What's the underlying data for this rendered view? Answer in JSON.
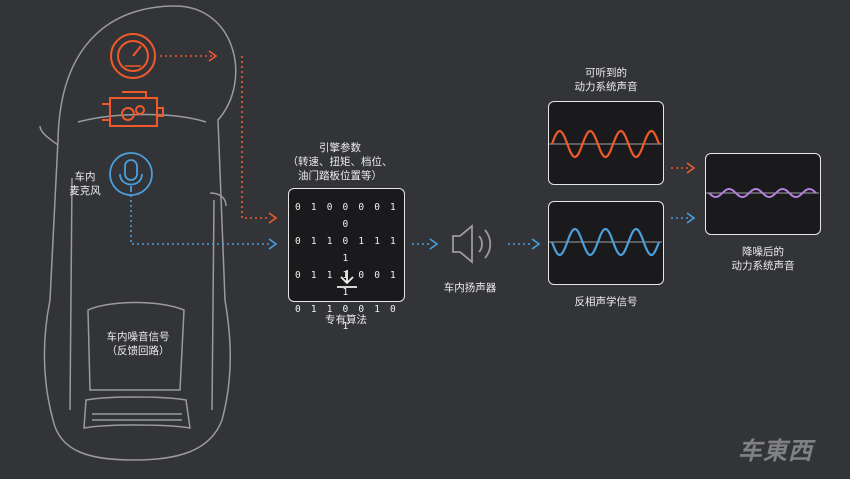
{
  "labels": {
    "mic": "车内\n麦克风",
    "engine_params": "引擎参数\n（转速、扭矩、档位、\n油门踏板位置等）",
    "algorithm": "专有算法",
    "speaker": "车内扬声器",
    "audible": "可听到的\n动力系统声音",
    "anti_phase": "反相声学信号",
    "result": "降噪后的\n动力系统声音",
    "feedback": "车内噪音信号\n（反馈回路）",
    "watermark": "车東西"
  },
  "binary_rows": [
    "0 1 0 0 0 0 1 0",
    "0 1 1 0 1 1 1 1",
    "0 1 1 1 0 0 1 1",
    "0 1 1 0 0 1 0 1"
  ],
  "icons": [
    "speedometer-icon",
    "engine-icon",
    "microphone-icon",
    "download-icon",
    "speaker-icon"
  ],
  "colors": {
    "background": "#333437",
    "orange": "#ee5a2c",
    "blue": "#4a9fdc",
    "purple": "#b57fe0",
    "panel": "#1a1a1d",
    "outline": "#9b9b9e"
  }
}
